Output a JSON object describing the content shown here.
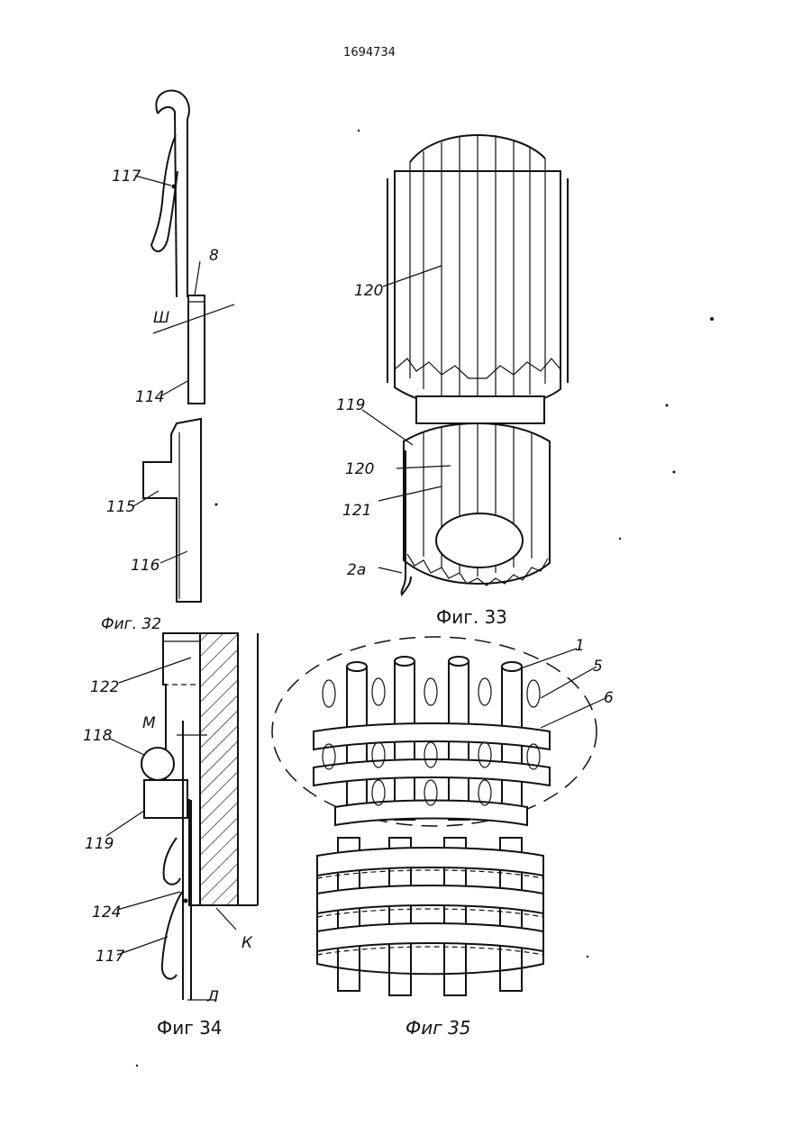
{
  "document": {
    "number": "1694734"
  },
  "figures": {
    "fig32": {
      "caption": "Фиг. 32",
      "labels": {
        "l117": "117",
        "l8": "8",
        "lw": "Ш",
        "l114": "114",
        "l115": "115",
        "l116": "116"
      }
    },
    "fig33": {
      "caption": "Фиг. 33",
      "labels": {
        "l120a": "120",
        "l119": "119",
        "l120b": "120",
        "l121": "121",
        "l2a": "2а"
      }
    },
    "fig34": {
      "caption": "Фиг 34",
      "labels": {
        "l122": "122",
        "lM": "М",
        "l118": "118",
        "l119": "119",
        "l124": "124",
        "l117": "117",
        "lK": "К",
        "lL": "Л"
      }
    },
    "fig35": {
      "caption": "Фиг 35",
      "labels": {
        "l1": "1",
        "l5": "5",
        "l6": "6"
      }
    }
  }
}
